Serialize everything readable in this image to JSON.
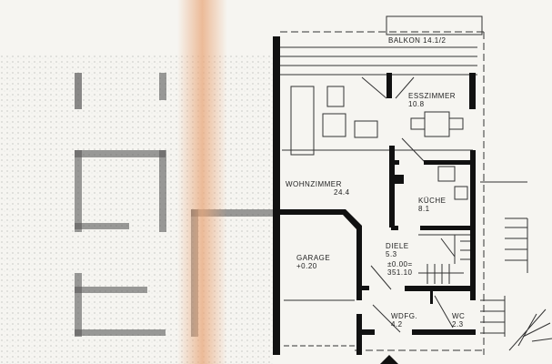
{
  "plan": {
    "balcony": "BALKON 14.1/2",
    "rooms": [
      {
        "name": "ESSZIMMER",
        "area": "10.8"
      },
      {
        "name": "WOHNZIMMER",
        "area": "24.4"
      },
      {
        "name": "KÜCHE",
        "area": "8.1"
      },
      {
        "name": "GARAGE",
        "area": "+0.20"
      },
      {
        "name": "DIELE",
        "area": "5.3"
      },
      {
        "name": "WDFG.",
        "area": "4.2"
      },
      {
        "name": "WC",
        "area": "2.3"
      }
    ],
    "level_mark": "±0.00=",
    "level_value": "351.10"
  },
  "colors": {
    "wall": "#111111",
    "line": "#333333",
    "paper": "#f6f5f1",
    "stain": "#e9a77a"
  }
}
